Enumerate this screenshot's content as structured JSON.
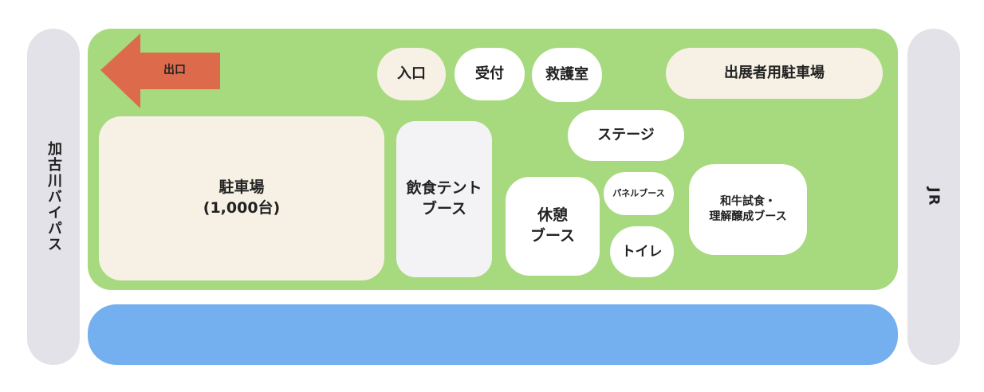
{
  "roads": {
    "left": "加古川バイパス",
    "right": "JR"
  },
  "exit_label": "出口",
  "facilities": {
    "entrance": "入口",
    "reception": "受付",
    "first_aid": "救護室",
    "exhibitor_parking": "出展者用駐車場",
    "parking": "駐車場\n(1,000台)",
    "food_tents": "飲食テント\nブース",
    "stage": "ステージ",
    "panel_booth": "パネルブース",
    "rest_booth": "休憩\nブース",
    "toilet": "トイレ",
    "wagyu_booth": "和牛試食・\n理解醸成ブース"
  },
  "colors": {
    "venue": "#a7d97f",
    "river": "#74b0ef",
    "road": "#e2e2e8",
    "exit_arrow": "#dd6b4b",
    "cream_box": "#f6f1e4",
    "white_box": "#ffffff"
  }
}
